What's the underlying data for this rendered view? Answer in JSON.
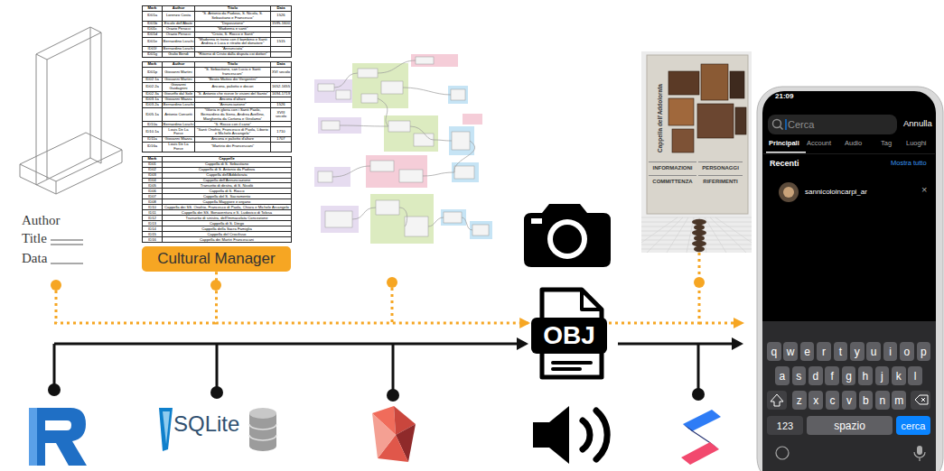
{
  "diagram": {
    "nodes": [
      {
        "text": [
          "Cultural Manager"
        ]
      },
      {
        "text": [
          "Cappella dell'Addolorata"
        ]
      },
      {
        "text": [
          "INFORMAZIONI"
        ],
        "in": 1
      },
      {
        "text": [
          "PERSONAGGI"
        ],
        "in": 1
      },
      {
        "text": [
          "COMMITTENZA"
        ],
        "in": 1
      },
      {
        "text": [
          "RIFERIMENTI"
        ],
        "in": 1
      },
      {
        "text": [
          "Cerca"
        ]
      },
      {
        "text": [
          "OBJ"
        ]
      },
      {
        "text": [
          "q"
        ]
      },
      {
        "text": [
          "w"
        ]
      },
      {
        "text": [
          "e"
        ]
      },
      {
        "text": [
          "r"
        ]
      },
      {
        "text": [
          "t"
        ]
      },
      {
        "text": [
          "y"
        ]
      },
      {
        "text": [
          "u"
        ]
      },
      {
        "text": [
          "i"
        ]
      },
      {
        "text": [
          "o"
        ]
      },
      {
        "text": [
          "p"
        ]
      },
      {
        "text": [
          "a"
        ]
      },
      {
        "text": [
          "s"
        ]
      },
      {
        "text": [
          "d"
        ]
      },
      {
        "text": [
          "f"
        ]
      },
      {
        "text": [
          "g"
        ]
      },
      {
        "text": [
          "h"
        ]
      },
      {
        "text": [
          "j"
        ]
      },
      {
        "text": [
          "k"
        ]
      },
      {
        "text": [
          "l"
        ]
      },
      {
        "text": [
          "z"
        ]
      },
      {
        "text": [
          "x"
        ]
      },
      {
        "text": [
          "c"
        ]
      },
      {
        "text": [
          "v"
        ]
      },
      {
        "text": [
          "b"
        ]
      },
      {
        "text": [
          "n"
        ]
      },
      {
        "text": [
          "m"
        ]
      },
      {
        "text": [
          "123"
        ]
      },
      {
        "text": [
          "spazio"
        ]
      },
      {
        "text": [
          "cerca"
        ]
      }
    ],
    "edges": [
      {
        "from": 0,
        "to": 7,
        "arrow": "to"
      },
      {
        "from": 7,
        "to": 1,
        "arrow": "none"
      }
    ],
    "labels": [
      "Mark",
      "Author",
      "Titolo",
      "Data",
      "ID01a",
      "Lorenzo Costa",
      "“S. Antonio da Padova, S. Nicola, S. Sebastiano e Francesco”",
      "1526",
      "ID01b",
      "Ercole dell'Abate",
      "“Deposizione”",
      "1595-1600",
      "ID01c",
      "Orazio Perucci",
      "“Madonna e santi”",
      "ID01d",
      "Orazio Perucci",
      "“Cristo, S. Rocco e Santi”",
      "ID01e",
      "Bernardino Loschi",
      "“Madonna in trono con il bambino e Santi Andrea e Luca e ritratto del donatore”",
      "1515",
      "ID01f",
      "Bernardino Loschi",
      "“Annunciata”",
      "ID01g",
      "Giulio Bendi",
      "“Ritorno di Cristo dalla disputa coi dottori”",
      "Mark",
      "Author",
      "Titolo",
      "Data",
      "ID01p",
      "Giovanni Martini",
      "“S. Sebastiano, san Lucia e Santi francescani”",
      "XVI secolo",
      "ID02.1a",
      "Giovanni Martini",
      "“Beato Matteo dei Vergentini”",
      "ID02.2a",
      "Giovanni Guidagnini",
      "Ancona, paliotto e decori",
      "1652-1655",
      "ID02.3a",
      "Gioseffo dal Sole",
      "“S. Antonio che riceve le visioni del Santo”",
      "1694-1719",
      "ID03.1a",
      "Giovanni Mazza",
      "Ancona d'altare",
      "ID03.2a",
      "Bernardino Loschi",
      "“Annunciazione”",
      "1526",
      "ID05.1a",
      "Antonio Consetti",
      "“Gloria in gloria con i Santi Paolo, Bernardino da Siena, Andrea Avellino, Margherita da Cortona e Girolamo”",
      "XVIII secolo",
      "ID10a",
      "Bernardino Loschi",
      "“S. Rocco con il cane”",
      "ID10.1a",
      "Louis De La Force",
      "“Santi Onofrio, Francesco di Paola, Liborio e Michele Arcangelo”",
      "1710",
      "ID11a",
      "Giovanni Mazza",
      "Ancona e paliotto d'altare",
      "1707",
      "ID16a",
      "Louis De La Force",
      "“Martirio dei Francescani”",
      "Mark",
      "Cappelle",
      "ID01",
      "Cappella di S. Sebastiano",
      "ID02",
      "Cappella di S. Antonio da Padova",
      "ID03",
      "Cappella dell'Addolorata",
      "ID04",
      "Cappella dell'Annunciazione",
      "ID05",
      "Transetto di destra, di S. Nicolò",
      "ID06",
      "Cappella di S. Rocco",
      "ID07",
      "Cappella del S. Sacramento",
      "ID08",
      "Cappella Maggiore e organo",
      "ID10",
      "Cappella dei SS. Onofrio, Francesco di Paola, Chiara e Michele Arcangelo",
      "ID11",
      "Cappella dei SS. Bonaventura e S. Ludovico di Tolosa",
      "ID12",
      "Transetto di sinistra, dell'Immacolata Concezione",
      "ID13",
      "Cappella di S. Diego",
      "ID14",
      "Cappella della Sacra Famiglia",
      "ID15",
      "Cappella del Crocifisso",
      "ID16",
      "Cappella dei Martiri Francescani",
      "Author",
      "Title",
      "Data",
      "21:09",
      "Annulla",
      "Principali",
      "Account",
      "Audio",
      "Tag",
      "Luoghi",
      "Recenti",
      "Mostra tutto",
      "sannicoloincarpi_ar",
      "×",
      "SQLite"
    ]
  }
}
